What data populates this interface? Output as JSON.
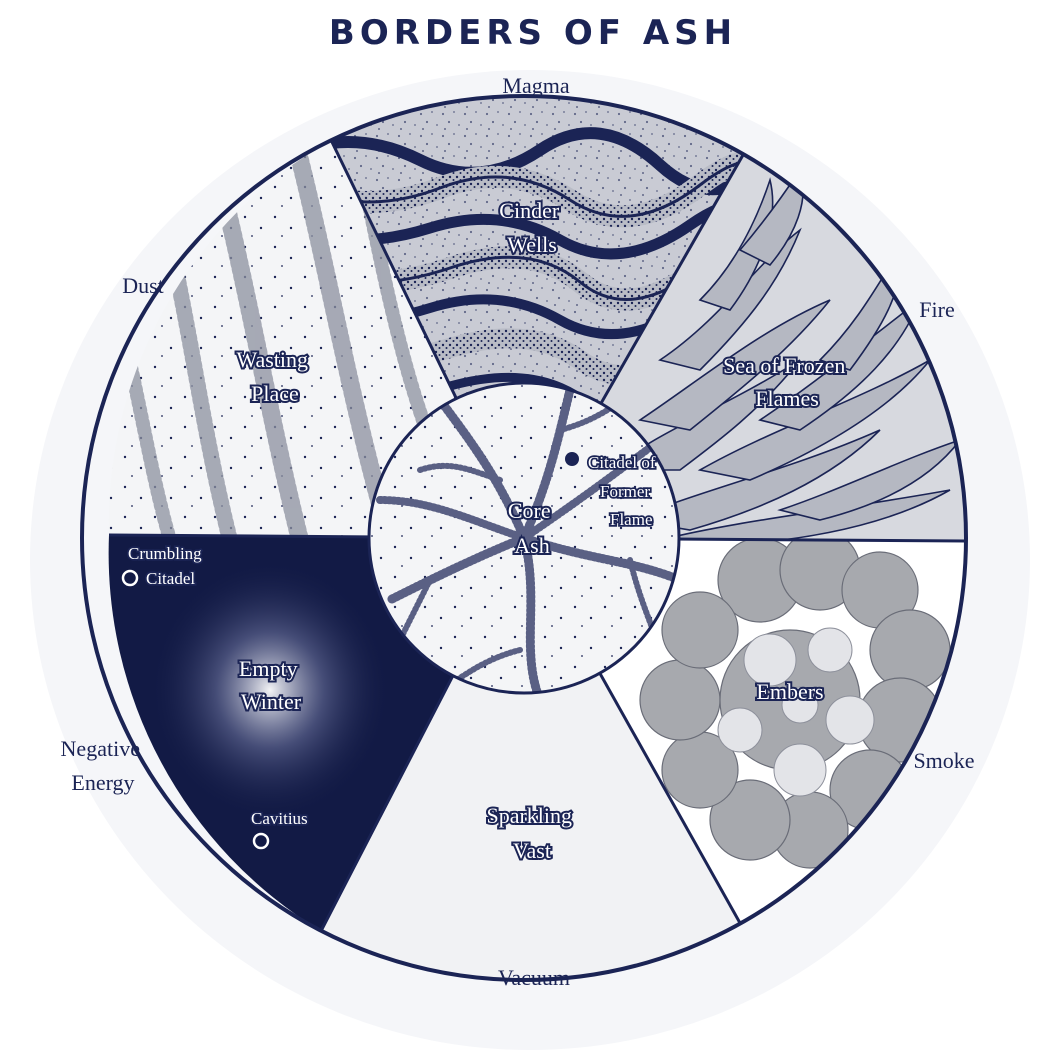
{
  "title": "BORDERS OF ASH",
  "colors": {
    "ink": "#1b2455",
    "paper": "#ffffff",
    "magma_fill": "#c9cbd4",
    "fire_fill": "#d7d9df",
    "smoke_fill": "#a7a9ae",
    "vacuum_fill": "#f1f2f4",
    "winter_fill": "#121a45"
  },
  "outer_labels": {
    "magma": "Magma",
    "fire": "Fire",
    "smoke": "Smoke",
    "vacuum": "Vacuum",
    "negative_energy": [
      "Negative",
      "Energy"
    ],
    "dust": "Dust"
  },
  "regions": {
    "cinder_wells": [
      "Cinder",
      "Wells"
    ],
    "sea_of_frozen_flames": [
      "Sea of Frozen",
      "Flames"
    ],
    "embers": [
      "Embers"
    ],
    "sparkling_vast": [
      "Sparkling",
      "Vast"
    ],
    "empty_winter": [
      "Empty",
      "Winter"
    ],
    "wasting_place": [
      "Wasting",
      "Place"
    ],
    "core_ash": [
      "Core",
      "Ash"
    ]
  },
  "sites": {
    "citadel_of_former_flame": {
      "label": [
        "Citadel of",
        "Former",
        "Flame"
      ],
      "marker": "filled-circle"
    },
    "crumbling_citadel": {
      "label": [
        "Crumbling",
        "Citadel"
      ],
      "marker": "open-circle"
    },
    "cavitius": {
      "label": [
        "Cavitius"
      ],
      "marker": "open-circle"
    }
  }
}
